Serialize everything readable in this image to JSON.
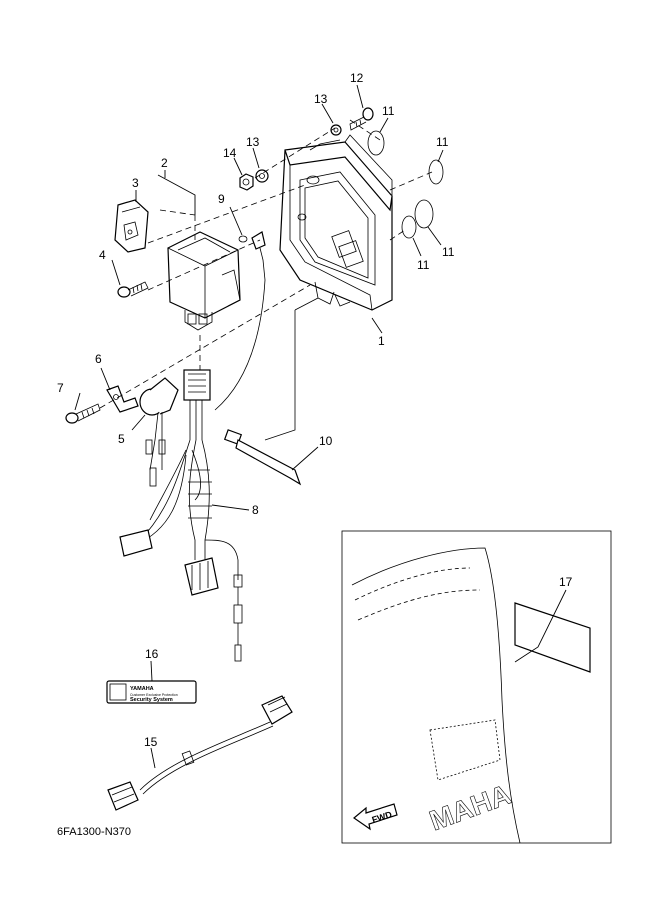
{
  "diagram_code": "6FA1300-N370",
  "callouts": {
    "c1": "1",
    "c2": "2",
    "c3": "3",
    "c4": "4",
    "c5": "5",
    "c6": "6",
    "c7": "7",
    "c8": "8",
    "c9": "9",
    "c10": "10",
    "c11a": "11",
    "c11b": "11",
    "c11c": "11",
    "c11d": "11",
    "c12": "12",
    "c13a": "13",
    "c13b": "13",
    "c14": "14",
    "c15": "15",
    "c16": "16",
    "c17": "17"
  },
  "label16": {
    "brand": "YAMAHA",
    "line1": "Customer Exclusive Protection",
    "line2": "Security System"
  },
  "fwd_text": "FWD"
}
